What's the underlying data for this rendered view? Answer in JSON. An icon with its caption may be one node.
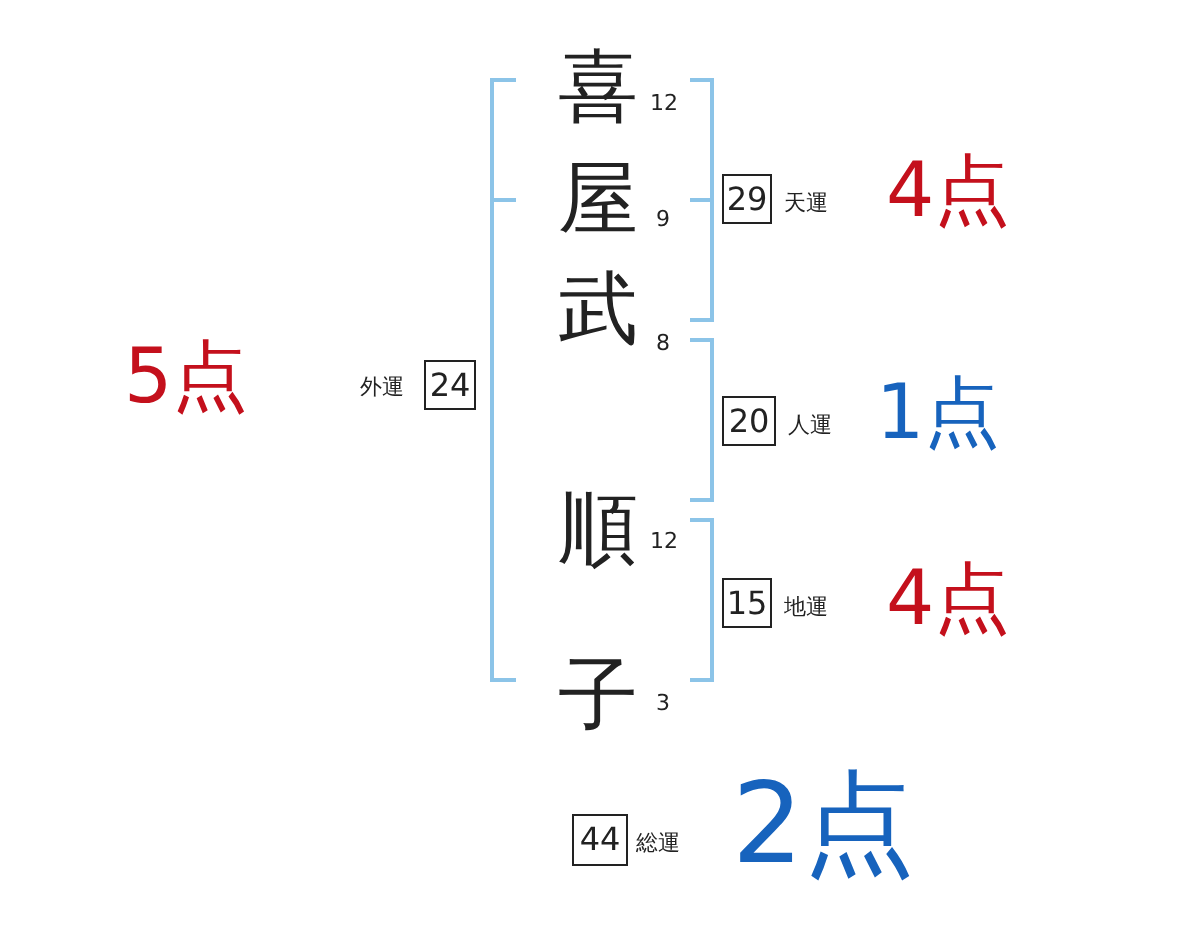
{
  "diagram": {
    "nodes": [
      {
        "text": [
          "29"
        ],
        "beside": [
          "天運",
          "4点"
        ]
      },
      {
        "text": [
          "24"
        ],
        "beside": [
          "外運",
          "5点"
        ]
      },
      {
        "text": [
          "20"
        ],
        "beside": [
          "人運",
          "1点"
        ]
      },
      {
        "text": [
          "15"
        ],
        "beside": [
          "地運",
          "4点"
        ]
      },
      {
        "text": [
          "44"
        ],
        "beside": [
          "総運",
          "2点"
        ]
      }
    ],
    "labels": [
      "喜",
      "12",
      "屋",
      "9",
      "武",
      "8",
      "順",
      "12",
      "子",
      "3"
    ]
  }
}
